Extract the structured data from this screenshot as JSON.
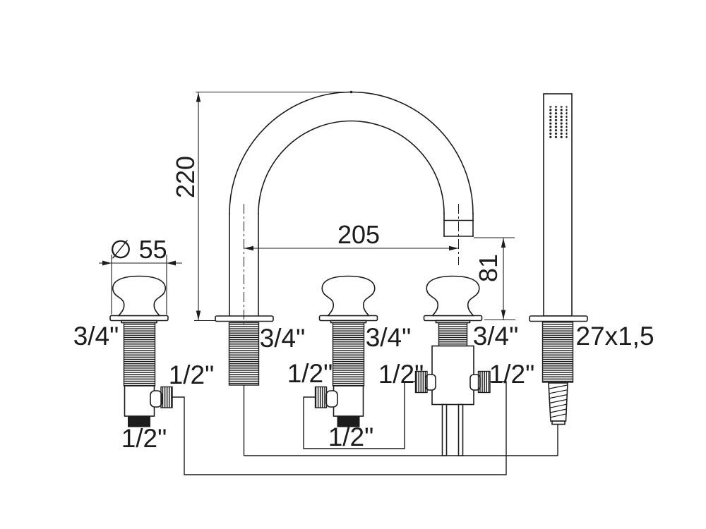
{
  "colors": {
    "line": "#1c1c1c",
    "background": "#ffffff",
    "inlet_fill": "#000000"
  },
  "dimensions": {
    "spout_height": "220",
    "spout_reach": "205",
    "outlet_height": "81",
    "escutcheon_diameter": "∅ 55"
  },
  "threads": {
    "deck_shank": "3/4\"",
    "branch": "1/2\"",
    "handshower_hose": "27x1,5"
  }
}
